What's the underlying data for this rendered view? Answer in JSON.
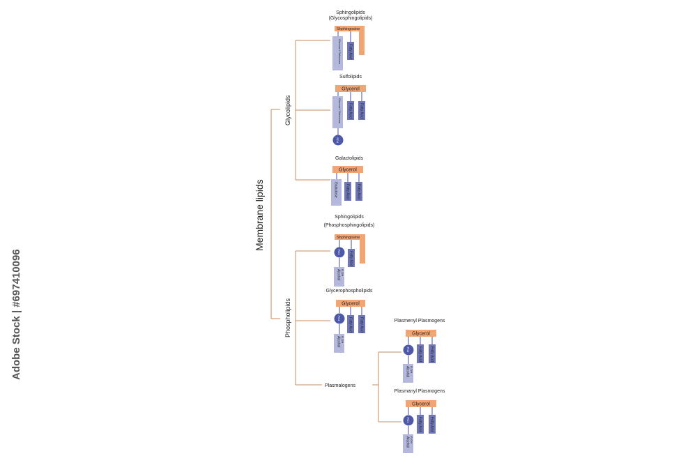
{
  "root": "Membrane lipids",
  "classes": {
    "glycolipids": "Glycolipids",
    "phospholipids": "Phospholipids"
  },
  "watermark": "Adobe Stock | #697410096",
  "titles": {
    "sph_glyco_1": "Sphingolipids",
    "sph_glyco_2": "(Glycosphingolipids)",
    "sulfolipids": "Sulfolipids",
    "galactolipids": "Galactolipids",
    "sph_phospho_1": "Sphingolipids",
    "sph_phospho_2": "(Phosphosphingolipids)",
    "glycerophospholipids": "Glycerophospholipids",
    "plasmalogens": "Plasmalogens",
    "plasmenyl": "Plasmenyl Plasmogens",
    "plasmanyl": "Plasmanyl Plasmogens"
  },
  "labels": {
    "sphingosine": "Shphingosine",
    "glycerol": "Glycerol",
    "fatty_acid": "Fatty Acid",
    "glucose_galactose": "Glucose / Galactose",
    "galactose": "Galactose",
    "so4": "SO4",
    "po4": "PO4",
    "alcohol": "Alcohol",
    "alcohol_sub": "R-OH"
  },
  "colors": {
    "backbone": "#f2a574",
    "fatty_acid": "#6f77b8",
    "sugar": "#b4b8dc",
    "phosphate": "#4d58a8",
    "bracket": "#c8895a"
  }
}
